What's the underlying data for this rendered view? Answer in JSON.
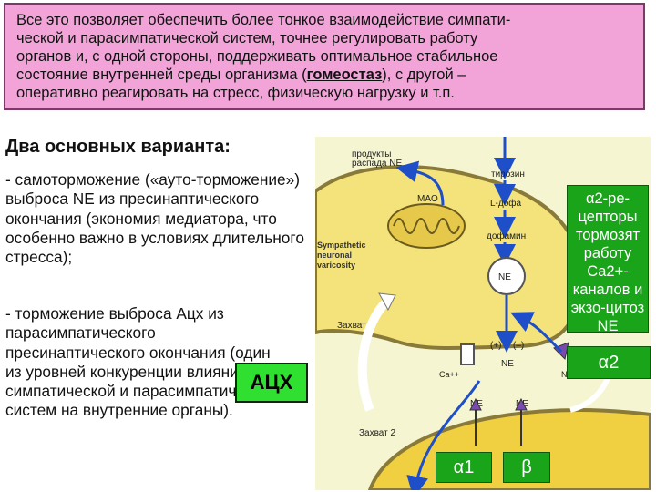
{
  "intro": {
    "line1": "Все это позволяет обеспечить более тонкое взаимодействие симпати-",
    "line2": "ческой и парасимпатической систем, точнее регулировать работу",
    "line3": "органов и, с одной стороны, поддерживать оптимальное стабильное",
    "line4_pre": "состояние внутренней среды организма (",
    "line4_bold": "гомеостаз",
    "line4_post": "), с другой –",
    "line5": "оперативно реагировать на стресс, физическую нагрузку и т.п."
  },
  "heading": "Два основных варианта:",
  "variant1": "- самоторможение («ауто-торможение») выброса NE из пресинаптического окончания (экономия медиатора, что особенно важно в условиях длительного стресса);",
  "variant2": "- торможение выброса Ацх из парасимпатического пресинаптического окончания (один из уровней конкуренции влияний симпатической и парасимпатической систем на внутренние органы).",
  "ach_label": "АЦХ",
  "diagram": {
    "products_line1": "продукты",
    "products_line2": "распада NE",
    "tyrosine": "тирозин",
    "ldopa": "L-дофа",
    "dopamine": "дофамин",
    "mao": "MAO",
    "varicosity_line1": "Sympathetic",
    "varicosity_line2": "neuronal",
    "varicosity_line3": "varicosity",
    "uptake1": "Захват 1",
    "uptake2": "Захват 2",
    "ne": "NE",
    "ca": "Ca++",
    "plus": "(+)",
    "minus": "(–)"
  },
  "annotations": {
    "alpha2_receptors": "α2-ре-цепторы тормозят работу Ca2+-каналов и экзо-цитоз NE",
    "alpha2": "α2",
    "alpha1": "α1",
    "beta": "β"
  }
}
